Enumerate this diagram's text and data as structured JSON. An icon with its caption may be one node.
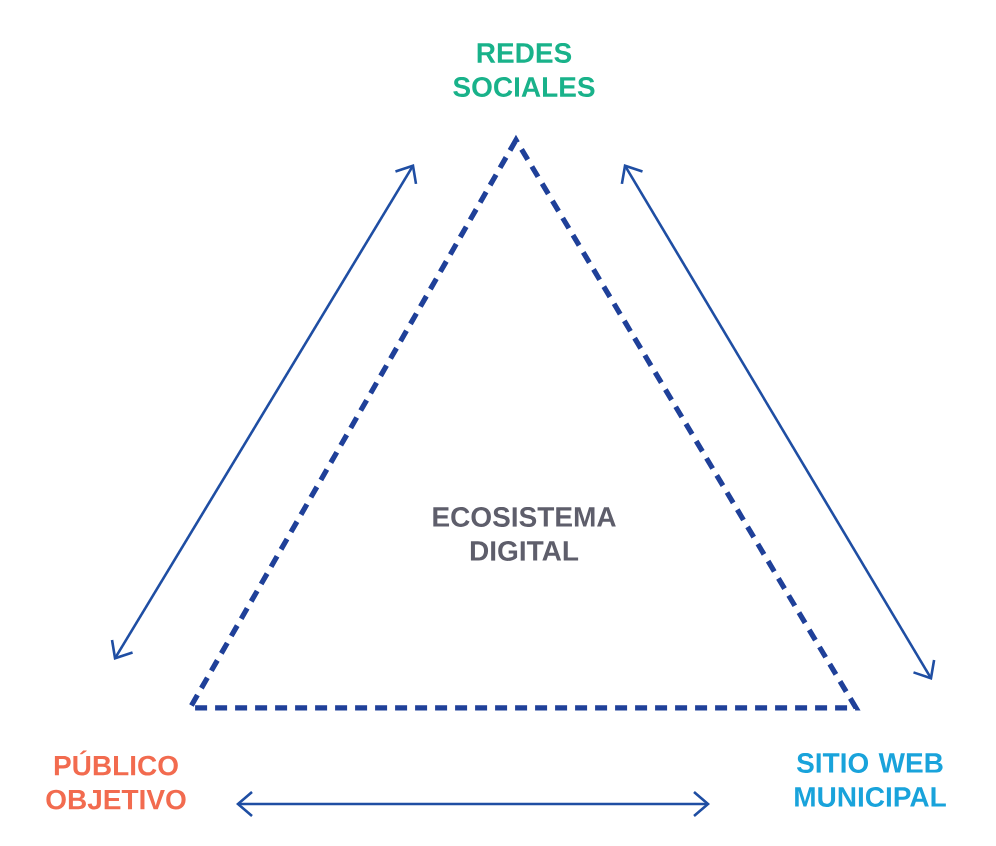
{
  "diagram": {
    "nodes": [
      {
        "text": [
          "REDES SOCIALES"
        ]
      },
      {
        "text": [
          "ECOSISTEMA DIGITAL"
        ]
      },
      {
        "text": [
          "PÚBLICO OBJETIVO"
        ]
      },
      {
        "text": [
          "SITIO WEB MUNICIPAL"
        ]
      }
    ],
    "edges": [
      {
        "from": 0,
        "to": 2,
        "arrow": "both"
      },
      {
        "from": 0,
        "to": 3,
        "arrow": "both"
      },
      {
        "from": 2,
        "to": 3,
        "arrow": "both"
      }
    ]
  }
}
